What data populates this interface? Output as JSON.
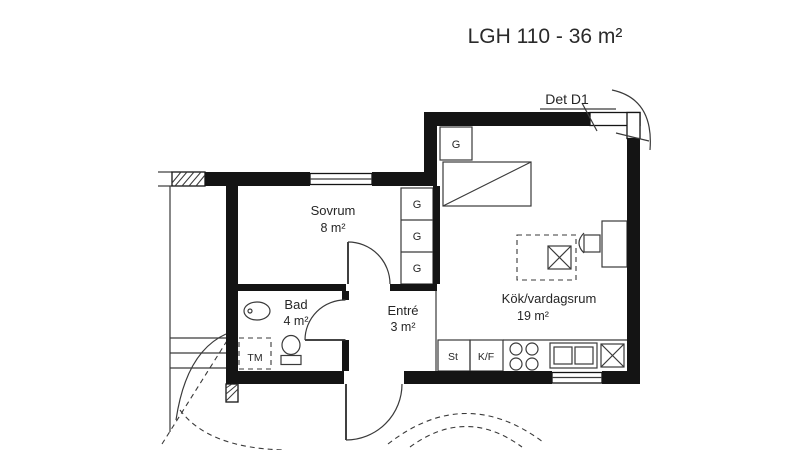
{
  "header": {
    "title": "LGH 110 - 36 m²"
  },
  "detail_marker": {
    "label": "Det D1"
  },
  "rooms": {
    "sovrum": {
      "name": "Sovrum",
      "area": "8 m²"
    },
    "bad": {
      "name": "Bad",
      "area": "4 m²"
    },
    "entre": {
      "name": "Entré",
      "area": "3 m²"
    },
    "kok_vardagsrum": {
      "name": "Kök/vardagsrum",
      "area": "19 m²"
    }
  },
  "fixtures": {
    "wardrobe": "G",
    "washing_machine": "TM",
    "tall_cabinet": "St",
    "fridge_freezer": "K/F"
  },
  "colors": {
    "wall": "#141414",
    "line": "#3a3a3a",
    "text": "#262626",
    "background": "#ffffff"
  }
}
